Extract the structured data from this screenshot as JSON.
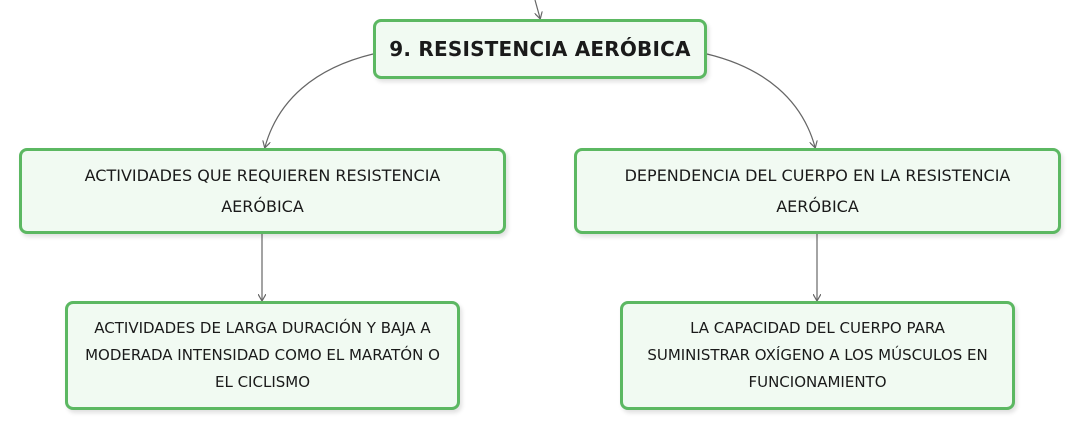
{
  "mindmap": {
    "root": {
      "label": "9. RESISTENCIA AERÓBICA"
    },
    "branches": [
      {
        "label": "ACTIVIDADES QUE REQUIEREN RESISTENCIA AERÓBICA",
        "child": {
          "label": "ACTIVIDADES DE LARGA DURACIÓN Y BAJA A MODERADA INTENSIDAD COMO EL MARATÓN O EL CICLISMO"
        }
      },
      {
        "label": "DEPENDENCIA DEL CUERPO EN LA RESISTENCIA AERÓBICA",
        "child": {
          "label": "LA CAPACIDAD DEL CUERPO PARA SUMINISTRAR OXÍGENO A LOS MÚSCULOS EN FUNCIONAMIENTO"
        }
      }
    ]
  },
  "colors": {
    "node_border": "#5cb862",
    "node_fill": "#f1faf2",
    "connector": "#666666",
    "text": "#1a1a1a"
  }
}
